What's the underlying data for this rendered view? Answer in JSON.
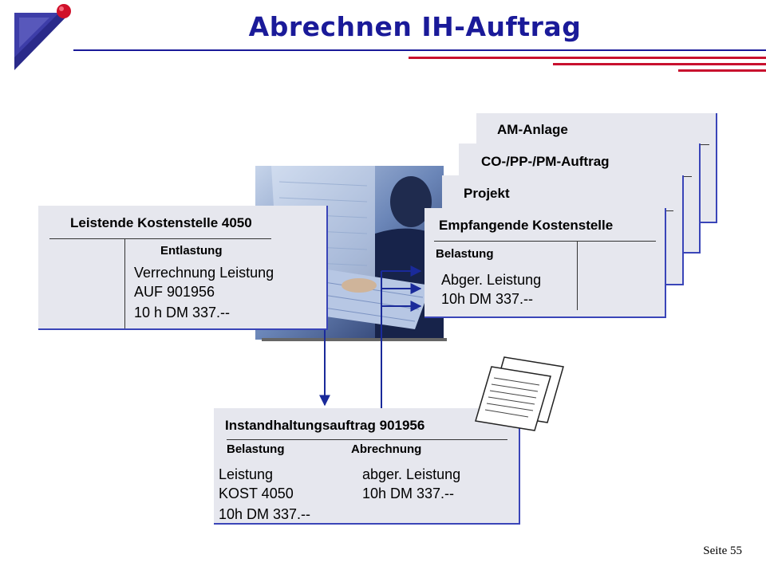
{
  "title": "Abrechnen IH-Auftrag",
  "footer": "Seite 55",
  "receivers": {
    "am_anlage": "AM-Anlage",
    "co_pp_pm": "CO-/PP-/PM-Auftrag",
    "projekt": "Projekt",
    "kostenstelle": {
      "title": "Empfangende Kostenstelle",
      "column": "Belastung",
      "lines": [
        "Abger. Leistung",
        "10h DM 337.--"
      ]
    }
  },
  "sender": {
    "title": "Leistende Kostenstelle 4050",
    "column": "Entlastung",
    "lines": [
      "Verrechnung Leistung",
      "AUF 901956",
      "10 h DM 337.--"
    ]
  },
  "order": {
    "title": "Instandhaltungsauftrag 901956",
    "left_column": "Belastung",
    "right_column": "Abrechnung",
    "left_lines": [
      "Leistung",
      "KOST 4050",
      "10h  DM 337.--"
    ],
    "right_lines": [
      "abger. Leistung",
      "10h  DM 337.--"
    ]
  },
  "colors": {
    "title": "#1a1a99",
    "card_fill": "#e6e7ee",
    "card_border": "#3a45b8",
    "arrow": "#1a2a9a",
    "accent_red": "#c8102e"
  }
}
